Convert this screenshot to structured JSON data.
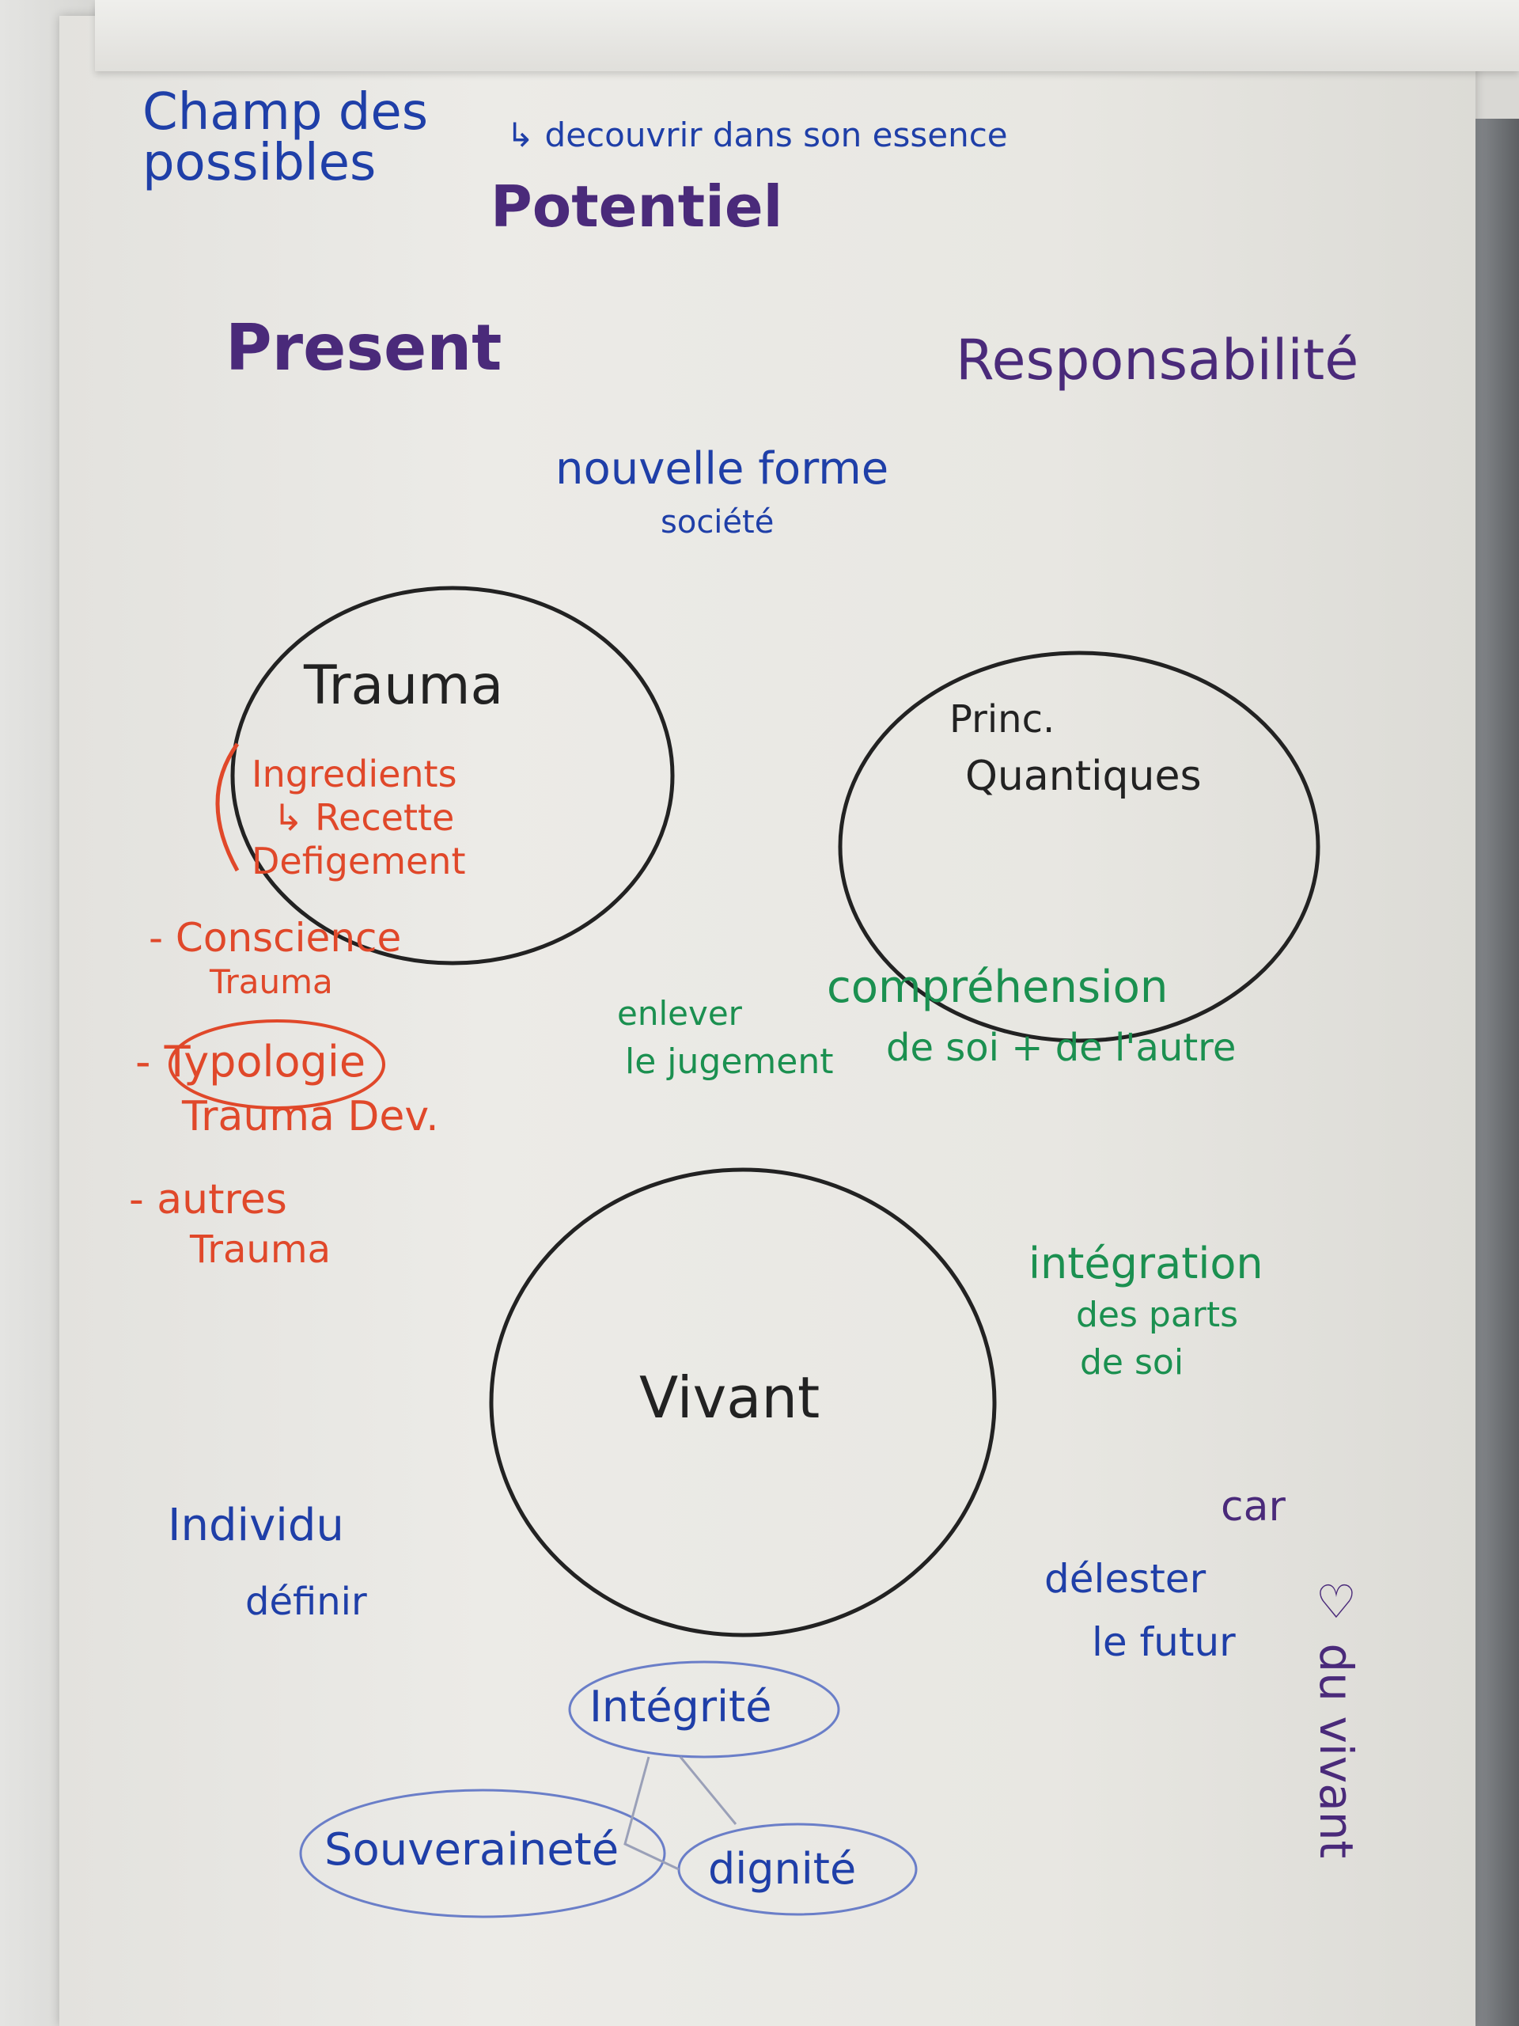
{
  "top_notes": {
    "champ": "Champ des possibles",
    "decouvrir": "↳ decouvrir dans son essence",
    "potentiel": "Potentiel",
    "present": "Present",
    "responsabilite": "Responsabilité",
    "nouvelle_forme": "nouvelle forme",
    "societe": "société"
  },
  "circles": {
    "trauma": "Trauma",
    "princ_line1": "Princ.",
    "princ_line2": "Quantiques",
    "vivant": "Vivant"
  },
  "trauma_notes": {
    "ingredients": "Ingredients",
    "recette": "↳ Recette",
    "defigement": "Defigement",
    "conscience": "- Conscience",
    "conscience_2": "Trauma",
    "typologie": "- Typologie",
    "typologie_2": "Trauma Dev.",
    "autres": "- autres",
    "autres_2": "Trauma"
  },
  "green_notes": {
    "enlever": "enlever",
    "le_jugement": "le jugement",
    "comprehension": "compréhension",
    "de_soi": "de soi + de l'autre",
    "integration": "intégration",
    "des_parts": "des parts",
    "de_soi_2": "de soi"
  },
  "bottom_notes": {
    "individu": "Individu",
    "definir": "définir",
    "car": "car",
    "du_vivant": "♡ du vivant",
    "delester": "délester",
    "le_futur": "le futur",
    "integrite": "Intégrité",
    "souverainete": "Souveraineté",
    "dignite": "dignité"
  },
  "colors": {
    "blue": "#1f3fa8",
    "purple": "#4a2a7a",
    "red": "#e0482a",
    "green": "#1b9050",
    "black": "#222222"
  }
}
